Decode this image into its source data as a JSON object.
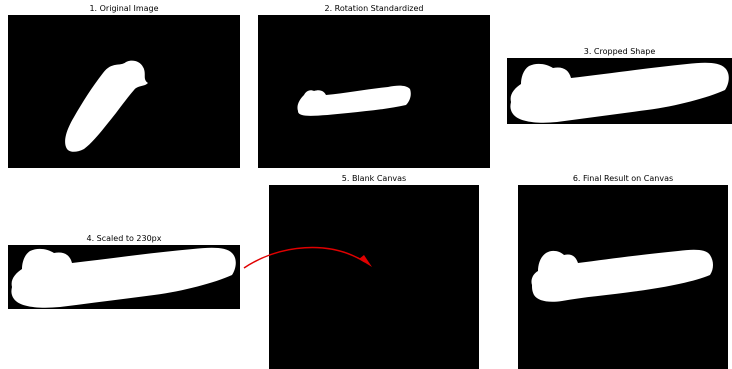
{
  "figure": {
    "panels": [
      {
        "title": "1. Original Image"
      },
      {
        "title": "2. Rotation Standardized"
      },
      {
        "title": "3. Cropped Shape"
      },
      {
        "title": "4. Scaled to 230px"
      },
      {
        "title": "5. Blank Canvas"
      },
      {
        "title": "6. Final Result on Canvas"
      }
    ],
    "colors": {
      "background": "#000000",
      "shape": "#ffffff",
      "arrow": "#e00000"
    }
  }
}
